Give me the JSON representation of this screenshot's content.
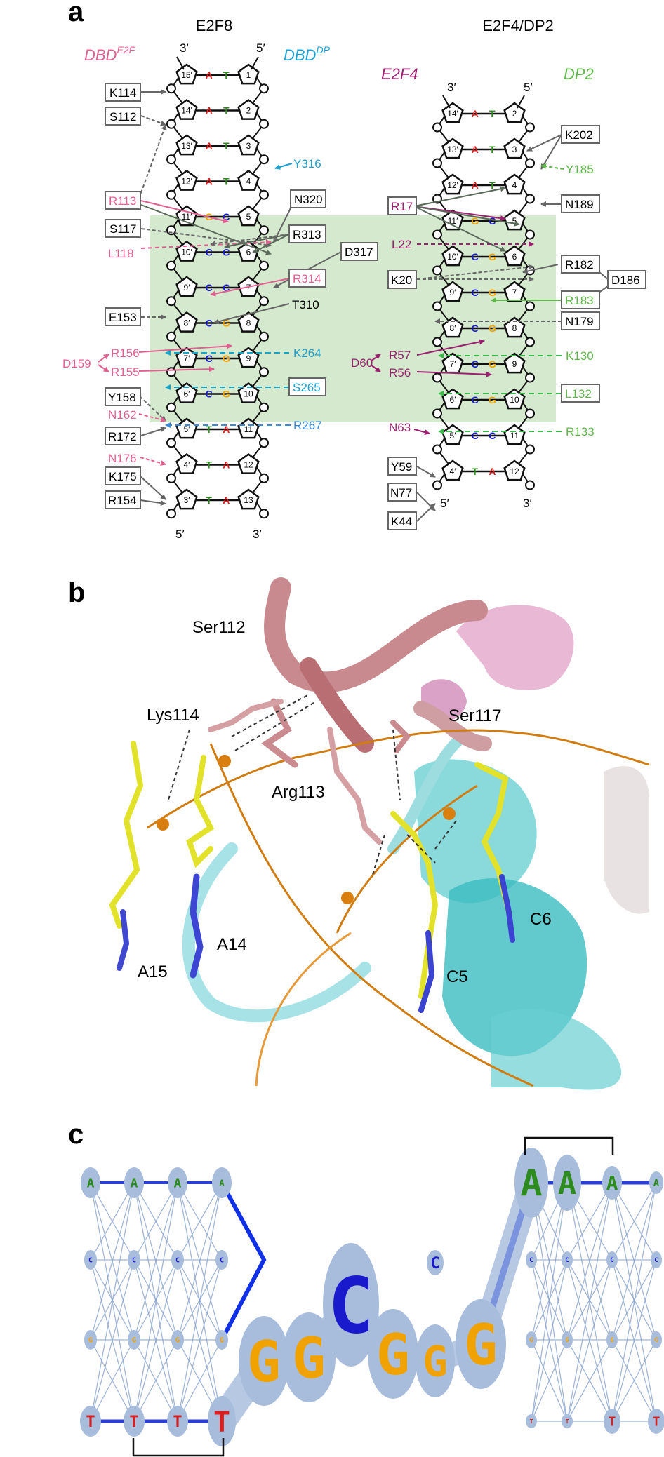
{
  "panels": {
    "a": "a",
    "b": "b",
    "c": "c"
  },
  "colors": {
    "e2f": "#e0608f",
    "dp": "#1ea0d2",
    "e2f4": "#9b2170",
    "dp2": "#5fb84a",
    "box": "#666666",
    "green_bg": "#cfe6c7",
    "A": "#d62020",
    "T": "#2e8b1e",
    "G": "#f0a300",
    "C": "#1a1acd"
  },
  "panel_a": {
    "titles": {
      "left": "E2F8",
      "right": "E2F4/DP2"
    },
    "chains": {
      "left_a": "DBD",
      "left_a_sup": "E2F",
      "left_b": "DBD",
      "left_b_sup": "DP",
      "right_a": "E2F4",
      "right_b": "DP2"
    },
    "ends_left": {
      "top_left": "3′",
      "top_right": "5′",
      "bottom_left": "5′",
      "bottom_right": "3′"
    },
    "ends_right": {
      "top_left": "3′",
      "top_right": "5′",
      "bottom_left": "5′",
      "bottom_right": "3′"
    },
    "left_pairs": [
      {
        "l": "15′",
        "b1": "A",
        "b2": "T",
        "r": "1"
      },
      {
        "l": "14′",
        "b1": "A",
        "b2": "T",
        "r": "2"
      },
      {
        "l": "13′",
        "b1": "A",
        "b2": "T",
        "r": "3"
      },
      {
        "l": "12′",
        "b1": "A",
        "b2": "T",
        "r": "4"
      },
      {
        "l": "11′",
        "b1": "G",
        "b2": "C",
        "r": "5"
      },
      {
        "l": "10′",
        "b1": "C",
        "b2": "C",
        "r": "6"
      },
      {
        "l": "9′",
        "b1": "C",
        "b2": "C",
        "r": "7"
      },
      {
        "l": "8′",
        "b1": "C",
        "b2": "G",
        "r": "8"
      },
      {
        "l": "7′",
        "b1": "C",
        "b2": "G",
        "r": "9"
      },
      {
        "l": "6′",
        "b1": "C",
        "b2": "G",
        "r": "10"
      },
      {
        "l": "5′",
        "b1": "T",
        "b2": "A",
        "r": "11"
      },
      {
        "l": "4′",
        "b1": "T",
        "b2": "A",
        "r": "12"
      },
      {
        "l": "3′",
        "b1": "T",
        "b2": "A",
        "r": "13"
      }
    ],
    "right_pairs": [
      {
        "l": "14′",
        "b1": "A",
        "b2": "T",
        "r": "2"
      },
      {
        "l": "13′",
        "b1": "A",
        "b2": "T",
        "r": "3"
      },
      {
        "l": "12′",
        "b1": "A",
        "b2": "T",
        "r": "4"
      },
      {
        "l": "11′",
        "b1": "G",
        "b2": "C",
        "r": "5"
      },
      {
        "l": "10′",
        "b1": "C",
        "b2": "G",
        "r": "6"
      },
      {
        "l": "9′",
        "b1": "C",
        "b2": "G",
        "r": "7"
      },
      {
        "l": "8′",
        "b1": "C",
        "b2": "G",
        "r": "8"
      },
      {
        "l": "7′",
        "b1": "C",
        "b2": "G",
        "r": "9"
      },
      {
        "l": "6′",
        "b1": "C",
        "b2": "G",
        "r": "10"
      },
      {
        "l": "5′",
        "b1": "C",
        "b2": "C",
        "r": "11"
      },
      {
        "l": "4′",
        "b1": "T",
        "b2": "A",
        "r": "12"
      }
    ],
    "left_residues": {
      "K114": "K114",
      "S112": "S112",
      "Y316": "Y316",
      "N320": "N320",
      "R113": "R113",
      "S117": "S117",
      "R313": "R313",
      "L118": "L118",
      "D317": "D317",
      "R314": "R314",
      "T310": "T310",
      "E153": "E153",
      "D159": "D159",
      "R156": "R156",
      "K264": "K264",
      "R155": "R155",
      "S265": "S265",
      "Y158": "Y158",
      "N162": "N162",
      "R172": "R172",
      "R267": "R267",
      "N176": "N176",
      "K175": "K175",
      "R154": "R154"
    },
    "right_residues": {
      "K202": "K202",
      "Y185": "Y185",
      "R17": "R17",
      "N189": "N189",
      "L22": "L22",
      "R182": "R182",
      "D186": "D186",
      "K20": "K20",
      "R183": "R183",
      "N179": "N179",
      "D60": "D60",
      "R57": "R57",
      "K130": "K130",
      "R56": "R56",
      "L132": "L132",
      "N63": "N63",
      "R133": "R133",
      "Y59": "Y59",
      "N77": "N77",
      "K44": "K44"
    }
  },
  "panel_b": {
    "labels": {
      "ser112": "Ser112",
      "lys114": "Lys114",
      "ser117": "Ser117",
      "arg113": "Arg113",
      "a14": "A14",
      "a15": "A15",
      "c5": "C5",
      "c6": "C6"
    }
  },
  "panel_c": {
    "left_rows": {
      "top": [
        "A",
        "A",
        "A",
        "A"
      ],
      "c": [
        "C",
        "C",
        "C",
        "C"
      ],
      "g": [
        "G",
        "G",
        "G",
        "G"
      ],
      "t": [
        "T",
        "T",
        "T",
        "T"
      ]
    },
    "middle": [
      "G",
      "G",
      "C",
      "G",
      "G",
      "C",
      "G"
    ],
    "right_rows": {
      "top": [
        "A",
        "A",
        "A",
        "A"
      ],
      "c": [
        "C",
        "C",
        "C",
        "C"
      ],
      "g": [
        "G",
        "G",
        "G",
        "G"
      ],
      "t": [
        "T",
        "T",
        "T",
        "T"
      ]
    }
  }
}
